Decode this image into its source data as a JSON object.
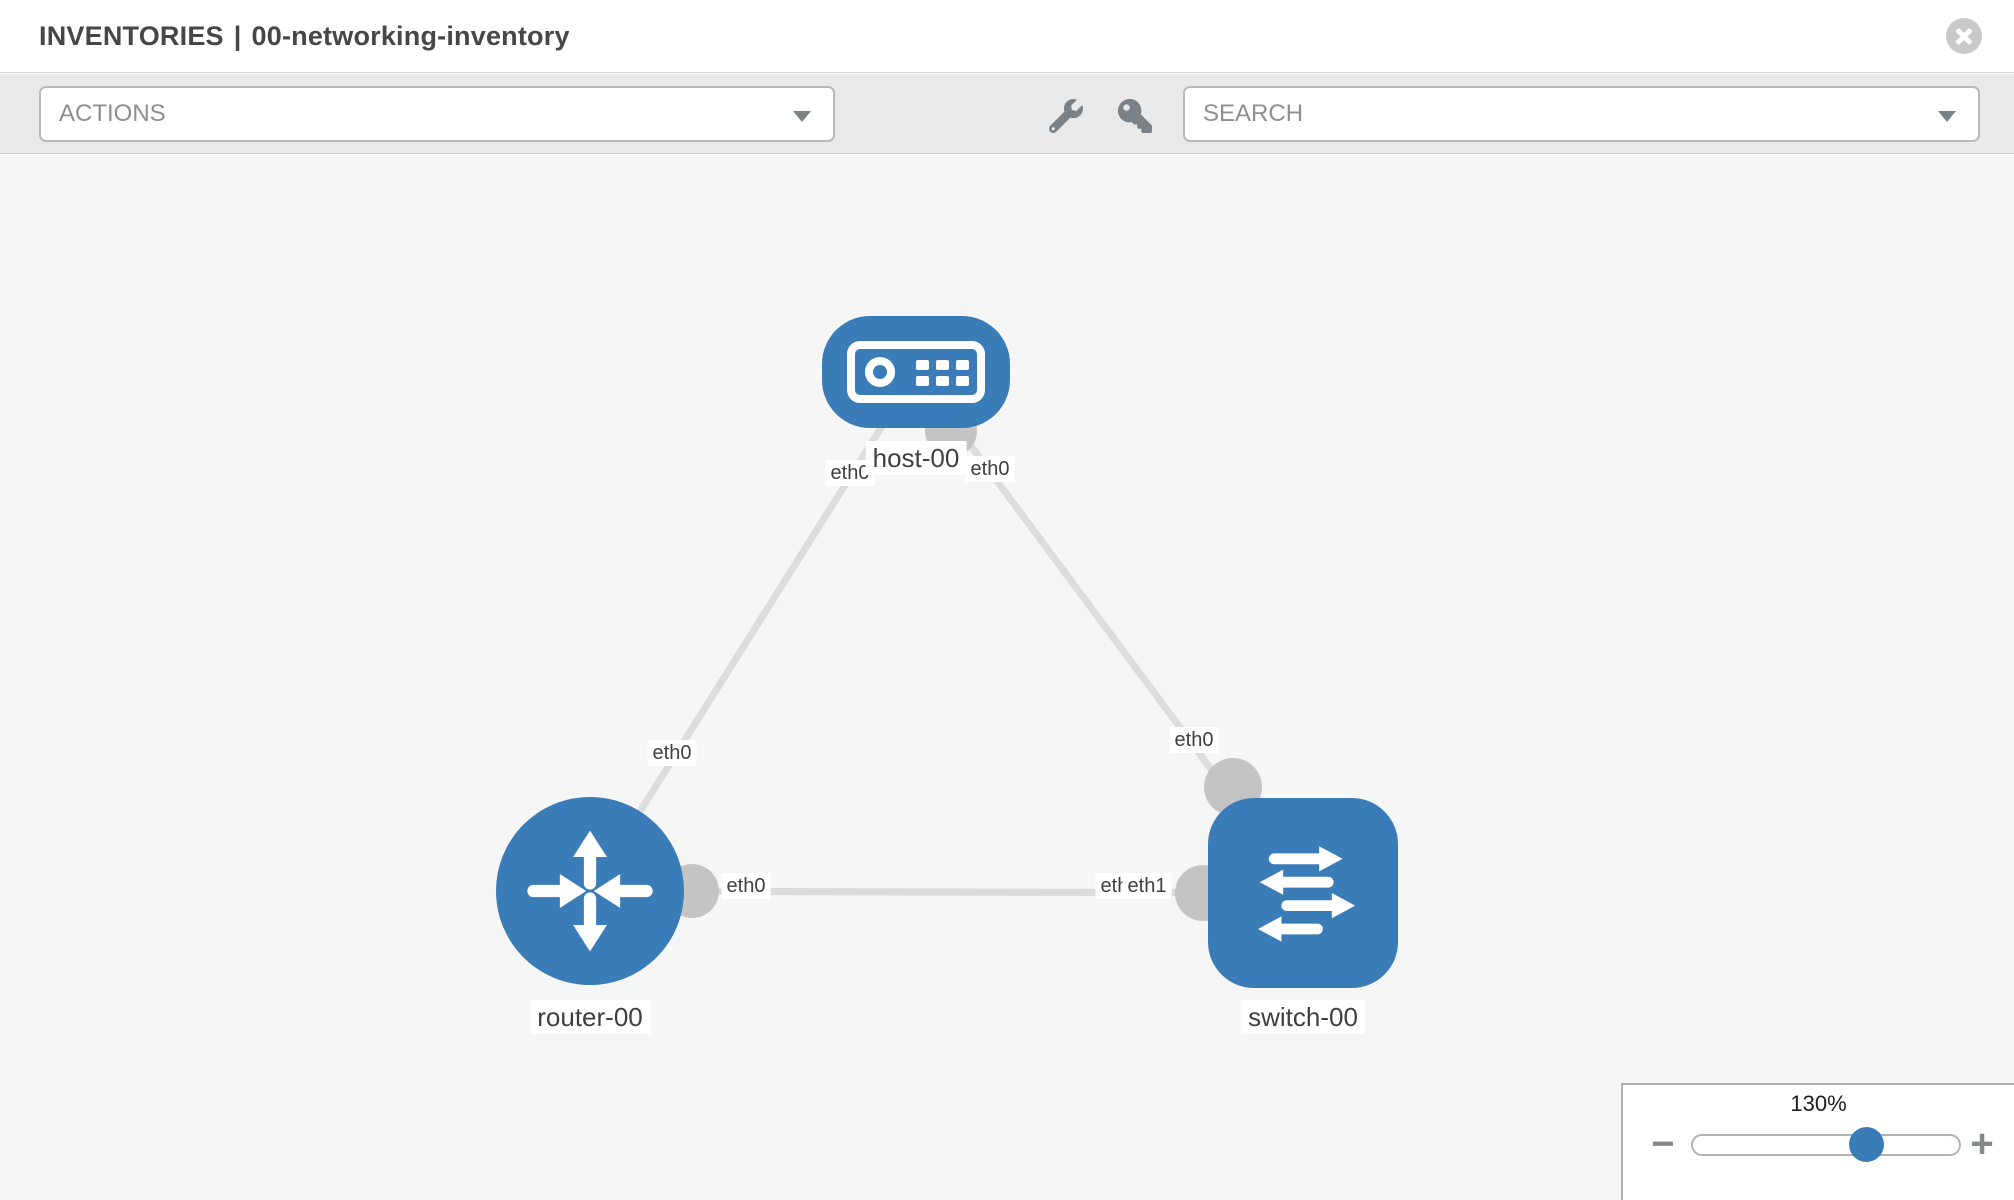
{
  "style": {
    "accent_blue": "#3a7cb7",
    "link_gray": "#dcdcdc",
    "port_gray": "#c4c4c4",
    "canvas_bg": "#f6f6f6",
    "toolbar_bg": "#e9e9e9"
  },
  "header": {
    "section": "INVENTORIES",
    "separator": "|",
    "inventory_name": "00-networking-inventory"
  },
  "toolbar": {
    "actions_placeholder": "ACTIONS",
    "search_placeholder": "SEARCH",
    "tool_icons": [
      "wrench-icon",
      "key-icon"
    ]
  },
  "topology": {
    "nodes": [
      {
        "id": "host-00",
        "type": "host",
        "label": "host-00",
        "icon": "host-icon"
      },
      {
        "id": "router-00",
        "type": "router",
        "label": "router-00",
        "icon": "router-icon"
      },
      {
        "id": "switch-00",
        "type": "switch",
        "label": "switch-00",
        "icon": "switch-icon"
      }
    ],
    "links": [
      {
        "from": "host-00",
        "to": "router-00",
        "from_if": "eth0",
        "to_if": "eth0"
      },
      {
        "from": "host-00",
        "to": "switch-00",
        "from_if": "eth0",
        "to_if": "eth0"
      },
      {
        "from": "router-00",
        "to": "switch-00",
        "from_if": "eth0",
        "to_if": "eth1",
        "to_if_overlapped": "eth1"
      }
    ]
  },
  "zoom_control": {
    "level": "130%",
    "zoom_out_label": "−",
    "zoom_in_label": "+"
  }
}
